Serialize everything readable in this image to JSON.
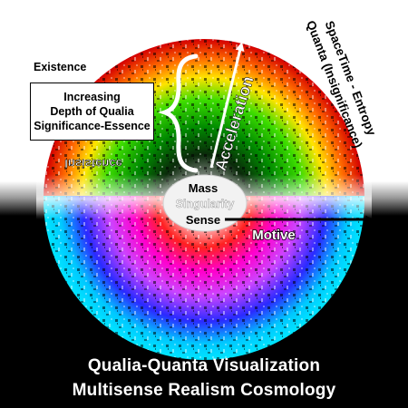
{
  "labels": {
    "existence": "Existence",
    "box_line1": "Increasing",
    "box_line2": "Depth of Qualia",
    "box_line3": "Significance-Essence",
    "insistence": "Insistence",
    "acceleration": "Acceleration",
    "spacetime_line1": "SpaceTime - Entropy",
    "spacetime_line2": "Quanta (Insignificance)",
    "mass": "Mass",
    "singularity": "Singularity",
    "sense": "Sense",
    "motive": "Motive"
  },
  "caption": {
    "line1": "Qualia-Quanta Visualization",
    "line2": "Multisense Realism Cosmology"
  },
  "colors": {
    "spectrum": [
      "#d40000",
      "#ff6a00",
      "#ffe400",
      "#3cdc00",
      "#008a00"
    ],
    "lower_spectrum": [
      "#ff0000",
      "#ff00cc",
      "#cc44ff",
      "#1a1aff",
      "#00e5ff"
    ],
    "caption_text": "#ffffff"
  }
}
